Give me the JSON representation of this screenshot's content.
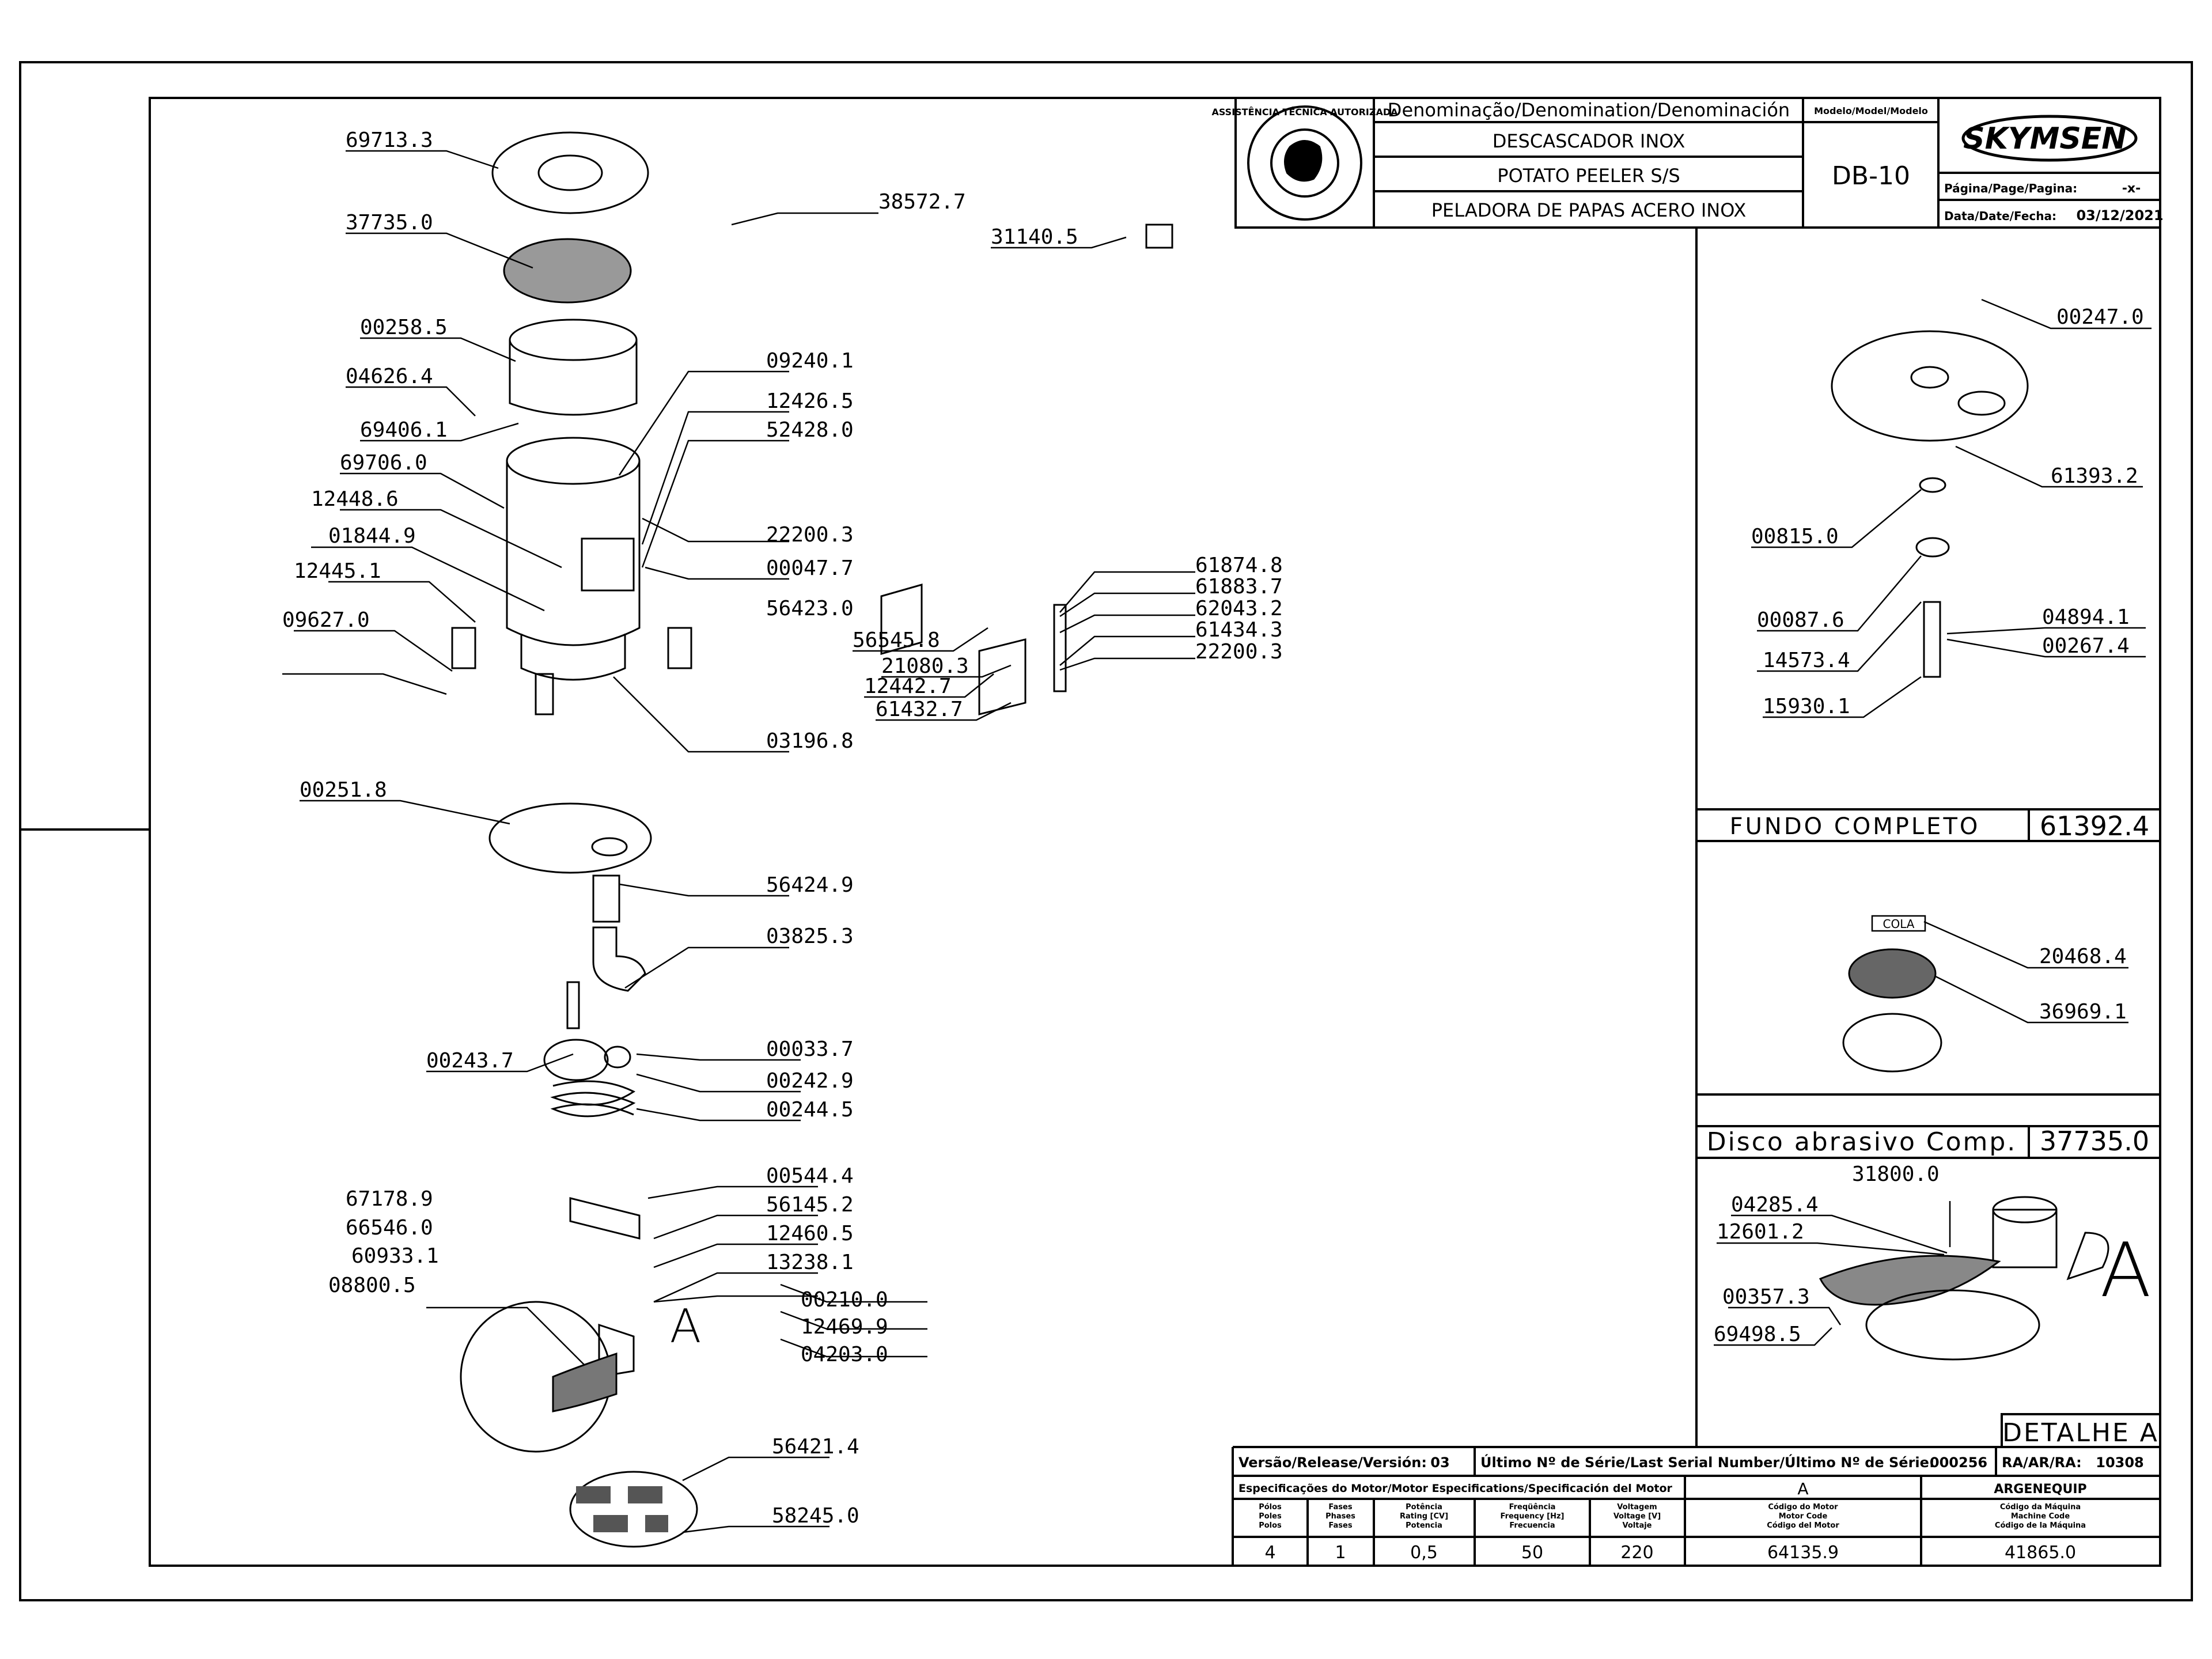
{
  "title_block": {
    "denomination_header": "Denominação/Denomination/Denominación",
    "model_header": "Modelo/Model/Modelo",
    "names": [
      "DESCASCADOR INOX",
      "POTATO PEELER S/S",
      "PELADORA DE PAPAS ACERO INOX"
    ],
    "model": "DB-10",
    "brand": "SKYMSEN",
    "page_label": "Página/Page/Pagina:",
    "page_value": "-x-",
    "date_label": "Data/Date/Fecha:",
    "date_value": "03/12/2021",
    "seal_text": "ASSISTÊNCIA TÉCNICA AUTORIZADA"
  },
  "parts_main": [
    "69713.3",
    "37735.0",
    "38572.7",
    "31140.5",
    "00258.5",
    "04626.4",
    "09240.1",
    "69406.1",
    "12426.5",
    "52428.0",
    "69706.0",
    "22200.3",
    "12448.6",
    "00047.7",
    "01844.9",
    "56423.0",
    "12445.1",
    "09627.0",
    "03196.8",
    "61874.8",
    "61883.7",
    "62043.2",
    "61434.3",
    "22200.3",
    "56545.8",
    "21080.3",
    "12442.7",
    "61432.7",
    "00251.8",
    "56424.9",
    "03825.3",
    "00243.7",
    "00033.7",
    "00242.9",
    "00244.5",
    "00544.4",
    "67178.9",
    "56145.2",
    "66546.0",
    "12460.5",
    "60933.1",
    "13238.1",
    "08800.5",
    "00210.0",
    "12469.9",
    "04203.0",
    "56421.4",
    "58245.0"
  ],
  "parts_detail_top": [
    "00247.0",
    "61393.2",
    "00815.0",
    "00087.6",
    "04894.1",
    "14573.4",
    "00267.4",
    "15930.1"
  ],
  "fundo": {
    "label": "FUNDO COMPLETO",
    "code": "61392.4"
  },
  "parts_detail_disc": [
    "20468.4",
    "36969.1"
  ],
  "cola_label": "COLA",
  "disco": {
    "label": "Disco abrasivo Comp.",
    "code": "37735.0"
  },
  "parts_detail_motor": [
    "31800.0",
    "04285.4",
    "12601.2",
    "00357.3",
    "69498.5"
  ],
  "detail_letter": "A",
  "detalhe_label": "DETALHE A",
  "release": {
    "version_label": "Versão/Release/Versión:",
    "version": "03",
    "serial_label": "Último Nº de Série/Last Serial Number/Último Nº de Série:",
    "serial": "000256",
    "ra_label": "RA/AR/RA:",
    "ra": "10308"
  },
  "motor_spec": {
    "header": "Especificações do Motor/Motor Especifications/Specificación del Motor",
    "motor_class": "A",
    "maker": "ARGENEQUIP",
    "columns": [
      "Pólos\nPoles\nPolos",
      "Fases\nPhases\nFases",
      "Potência\nRating [CV]\nPotencia",
      "Freqüência\nFrequency [Hz]\nFrecuencia",
      "Voltagem\nVoltage [V]\nVoltaje",
      "Código do Motor\nMotor Code\nCódigo del Motor",
      "Código da Máquina\nMachine Code\nCódigo de la Máquina"
    ],
    "values": [
      "4",
      "1",
      "0,5",
      "50",
      "220",
      "64135.9",
      "41865.0"
    ]
  }
}
